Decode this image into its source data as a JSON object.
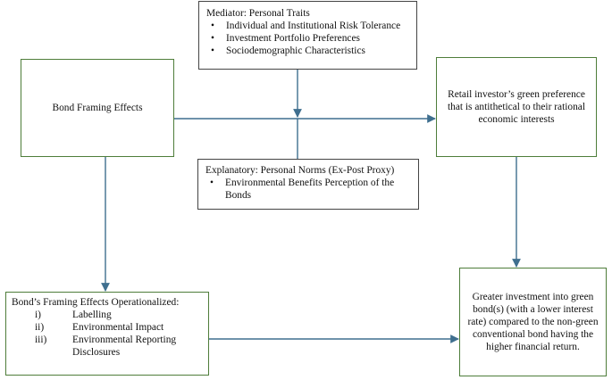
{
  "framing": {
    "label": "Bond Framing Effects"
  },
  "mediator": {
    "title": "Mediator: Personal Traits",
    "items": [
      "Individual and Institutional Risk Tolerance",
      "Investment Portfolio Preferences",
      "Sociodemographic Characteristics"
    ]
  },
  "preference": {
    "text": "Retail investor’s green preference that is antithetical to their rational economic interests"
  },
  "explanatory": {
    "title": "Explanatory: Personal Norms (Ex-Post Proxy)",
    "items": [
      "Environmental Benefits Perception of the Bonds"
    ]
  },
  "operationalized": {
    "title": "Bond’s Framing Effects Operationalized:",
    "items": [
      {
        "num": "i)",
        "text": "Labelling"
      },
      {
        "num": "ii)",
        "text": "Environmental Impact"
      },
      {
        "num": "iii)",
        "text": "Environmental Reporting Disclosures"
      }
    ]
  },
  "outcome": {
    "text": "Greater investment into green bond(s) (with a lower interest rate) compared to the non-green conventional bond having the higher financial return."
  },
  "colors": {
    "box_border": "#4e7d3a",
    "arrow": "#3f6f8f"
  }
}
